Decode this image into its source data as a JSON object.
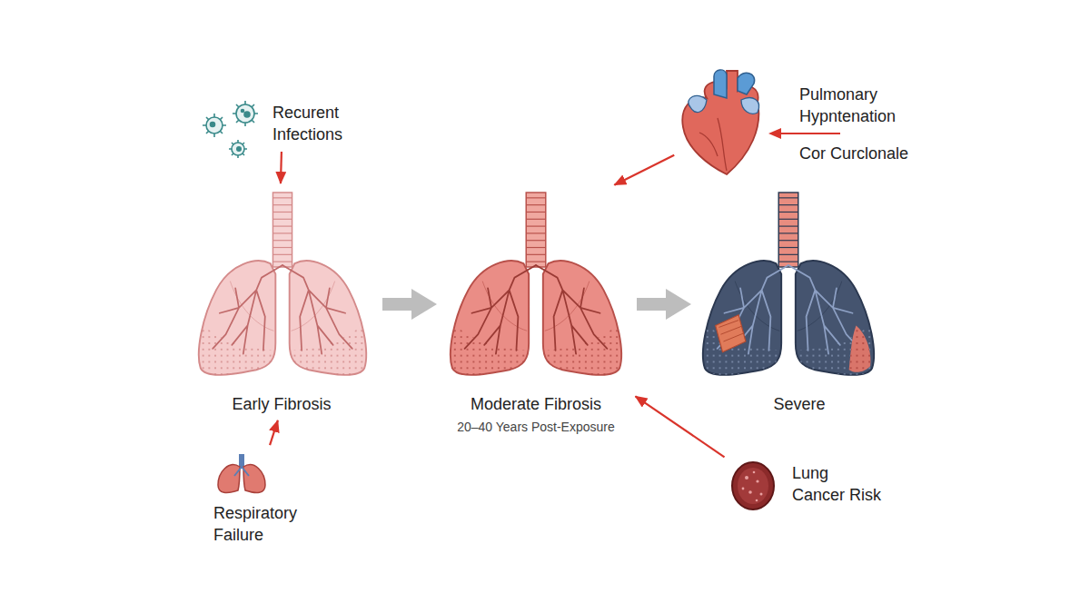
{
  "diagram": {
    "nodes": [
      {
        "text": [
          "Recurent Infections"
        ]
      },
      {
        "text": [
          "Pulmonary Hypntenation",
          "Cor Curclonale"
        ]
      },
      {
        "text": [
          "Early Fibrosis"
        ]
      },
      {
        "text": [
          "Moderate Fibrosis",
          "20–40 Years Post-Exposure"
        ]
      },
      {
        "text": [
          "Severe"
        ]
      },
      {
        "text": [
          "Respiratory Failure"
        ]
      },
      {
        "text": [
          "Lung Cancer Risk"
        ]
      }
    ],
    "edges": [
      {
        "from": 0,
        "to": 2,
        "arrow": "to"
      },
      {
        "from": 2,
        "to": 3,
        "arrow": "to"
      },
      {
        "from": 3,
        "to": 4,
        "arrow": "to"
      },
      {
        "from": 1,
        "to": 3,
        "arrow": "to"
      },
      {
        "from": 5,
        "to": 2,
        "arrow": "to"
      },
      {
        "from": 6,
        "to": 3,
        "arrow": "to"
      }
    ]
  }
}
